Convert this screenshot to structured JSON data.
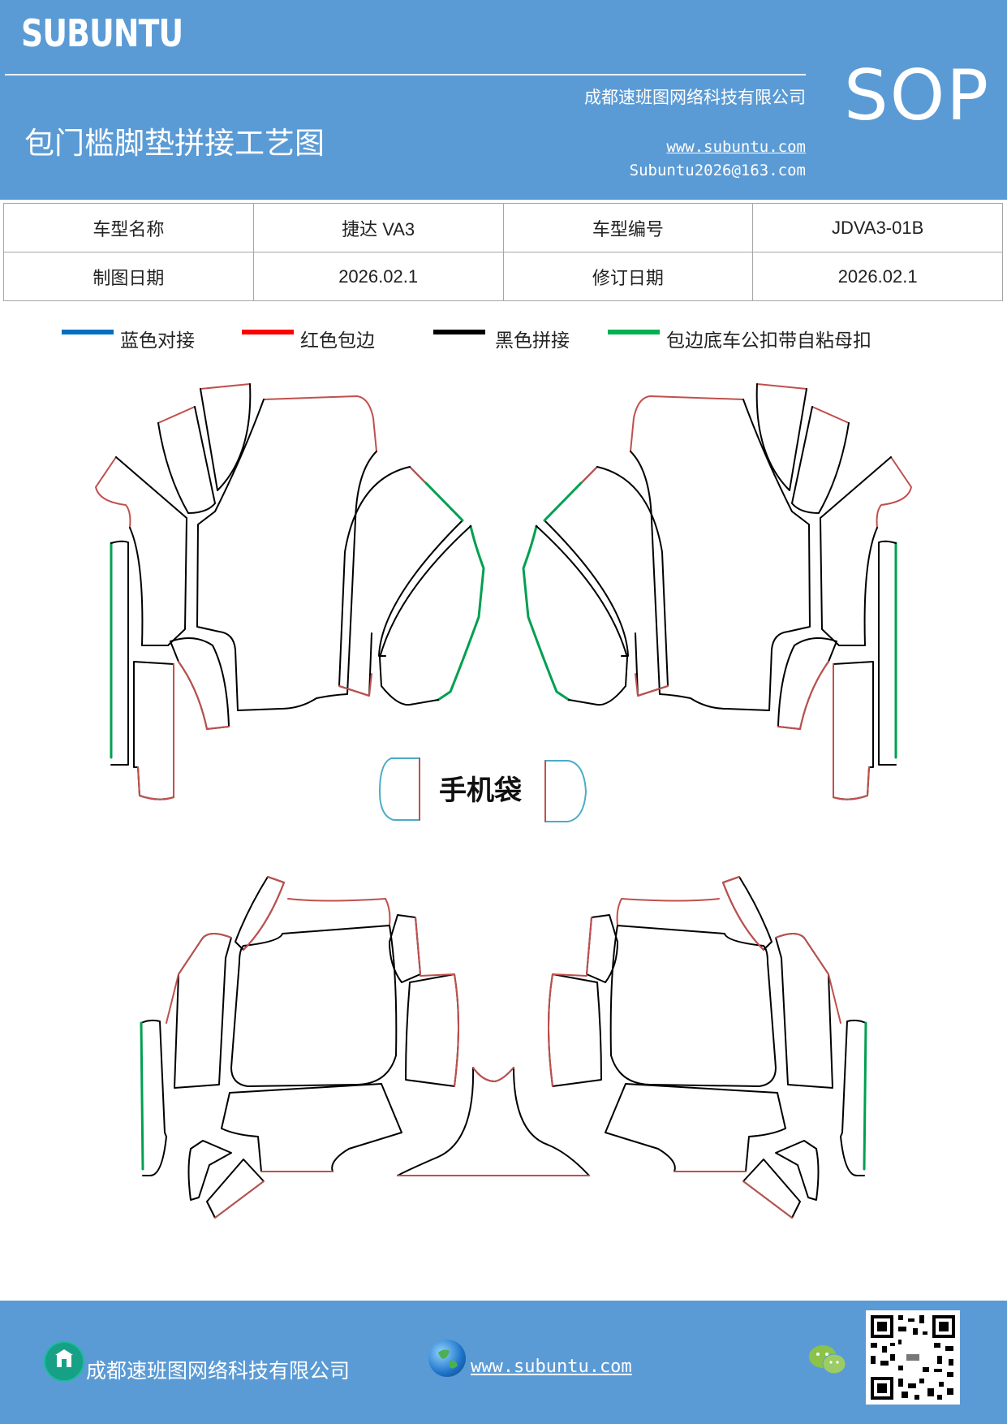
{
  "header": {
    "brand": "SUBUNTU",
    "sop": "SOP",
    "company": "成都速班图网络科技有限公司",
    "title": "包门槛脚垫拼接工艺图",
    "website": "www.subuntu.com",
    "email": "Subuntu2026@163.com"
  },
  "info": {
    "model_name_label": "车型名称",
    "model_name": "捷达 VA3",
    "model_code_label": "车型编号",
    "model_code": "JDVA3-01B",
    "draw_date_label": "制图日期",
    "draw_date": "2026.02.1",
    "revise_date_label": "修订日期",
    "revise_date": "2026.02.1"
  },
  "legend": [
    {
      "label": "蓝色对接",
      "color": "#0070c0"
    },
    {
      "label": "红色包边",
      "color": "#ff0000"
    },
    {
      "label": "黑色拼接",
      "color": "#000000"
    },
    {
      "label": "包边底车公扣带自粘母扣",
      "color": "#00b050"
    }
  ],
  "drawing": {
    "phone_bag_label": "手机袋",
    "colors": {
      "outline": "#000000",
      "edge": "#c0504d",
      "velcro": "#00a050",
      "joint": "#4bacc6"
    }
  },
  "footer": {
    "company": "成都速班图网络科技有限公司",
    "website": "www.subuntu.com ",
    "icons": [
      "building-icon",
      "globe-icon",
      "wechat-icon",
      "qr-code"
    ]
  }
}
